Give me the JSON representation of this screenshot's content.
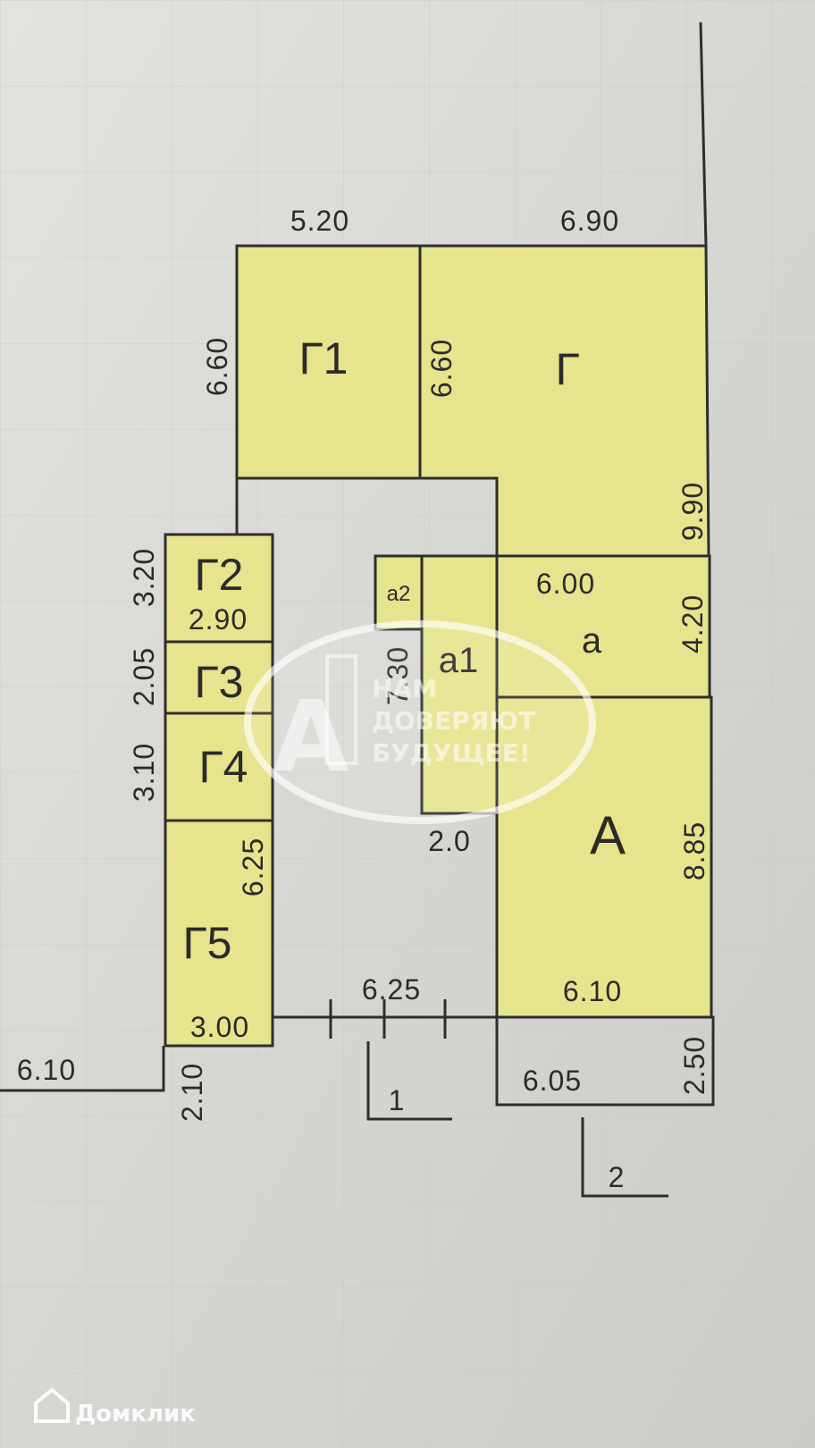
{
  "plan": {
    "rooms": [
      {
        "id": "g1",
        "label": "Г1"
      },
      {
        "id": "g",
        "label": "Г"
      },
      {
        "id": "g2",
        "label": "Г2"
      },
      {
        "id": "g3",
        "label": "Г3"
      },
      {
        "id": "g4",
        "label": "Г4"
      },
      {
        "id": "g5",
        "label": "Г5"
      },
      {
        "id": "a2",
        "label": "а2"
      },
      {
        "id": "a1",
        "label": "а1"
      },
      {
        "id": "a_lower",
        "label": "а"
      },
      {
        "id": "A",
        "label": "А"
      }
    ],
    "dimensions": [
      "5.20",
      "6.90",
      "6.60",
      "6.60",
      "9.90",
      "3.20",
      "2.90",
      "2.05",
      "3.10",
      "6.25",
      "3.00",
      "2.10",
      "6.10",
      "6.00",
      "4.20",
      "7.30",
      "2.0",
      "8.85",
      "6.10",
      "6.25",
      "6.05",
      "2.50"
    ],
    "section_marks": [
      "1",
      "2"
    ]
  },
  "watermark": {
    "logo_letter": "А",
    "lines": [
      "НАМ",
      "ДОВЕРЯЮТ",
      "БУДУЩЕЕ!"
    ]
  },
  "brand": {
    "name": "Домклик"
  }
}
